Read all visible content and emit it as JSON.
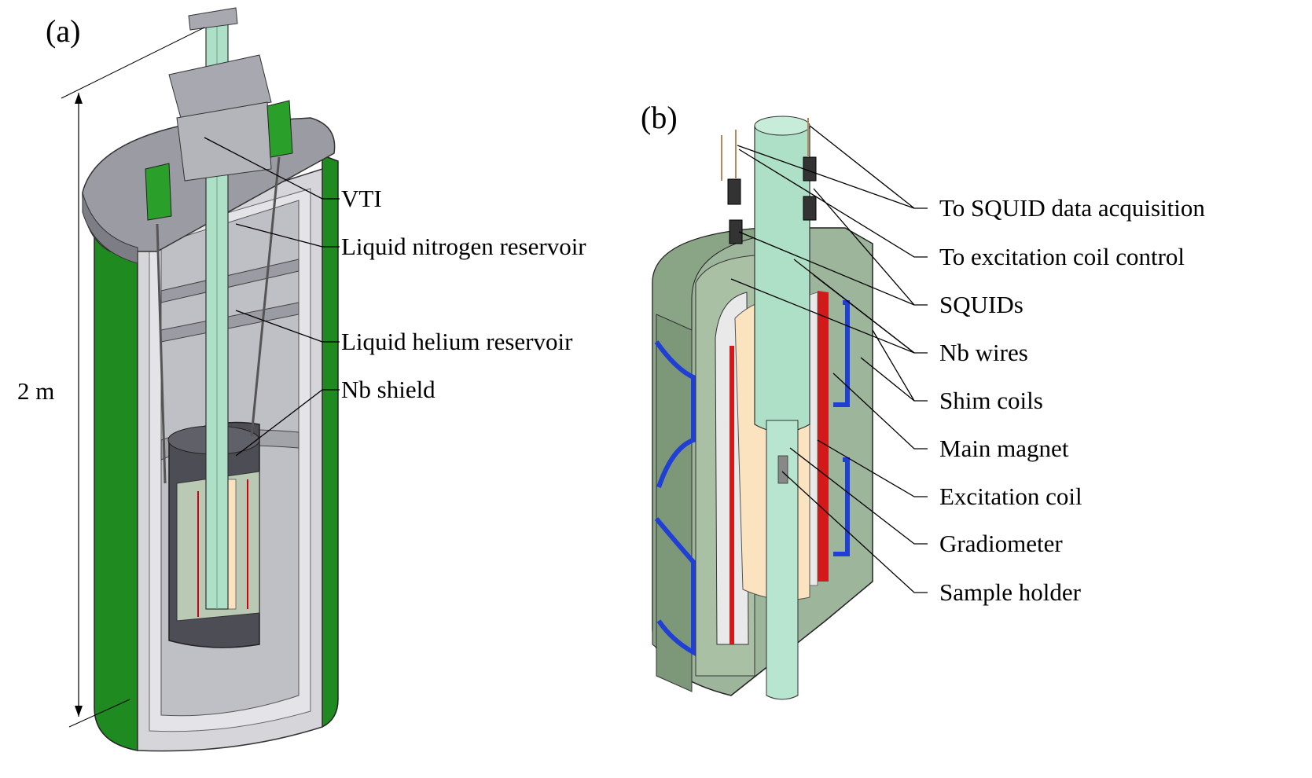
{
  "panel_a": {
    "tag": "(a)",
    "height_label": "2 m",
    "labels": [
      "VTI",
      "Liquid nitrogen reservoir",
      "Liquid helium reservoir",
      "Nb shield"
    ]
  },
  "panel_b": {
    "tag": "(b)",
    "labels": [
      "To SQUID data acquisition",
      "To excitation coil control",
      "SQUIDs",
      "Nb wires",
      "Shim coils",
      "Main magnet",
      "Excitation coil",
      "Gradiometer",
      "Sample holder"
    ]
  },
  "colors": {
    "vessel_green": "#1f8a1f",
    "vessel_grey": "#c8c8cc",
    "magnet_green": "#9db59a",
    "vti_glass": "#aee0c8",
    "sample_peach": "#fbe3c0",
    "shim_blue": "#1f3fd6",
    "excitation_red": "#d21a1a"
  }
}
